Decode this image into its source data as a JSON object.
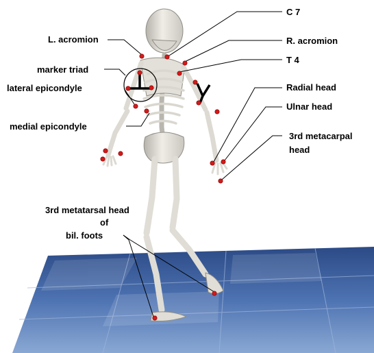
{
  "labels": {
    "c7": "C 7",
    "l_acromion": "L. acromion",
    "r_acromion": "R. acromion",
    "t4": "T 4",
    "marker_triad": "marker triad",
    "lateral_epicondyle": "lateral epicondyle",
    "medial_epicondyle": "medial epicondyle",
    "radial_head": "Radial head",
    "ulnar_head": "Ulnar head",
    "metacarpal_line1": "3rd metacarpal",
    "metacarpal_line2": "head",
    "metatarsal_line1": "3rd metatarsal head",
    "metatarsal_line2": "of",
    "metatarsal_line3": "bil. foots"
  },
  "colors": {
    "marker": "#d41a1a",
    "bone": "#e6e4dc",
    "bone_shade": "#a9a79f",
    "leader_line": "#000000",
    "floor_light": "#8aa8d4",
    "floor_dark": "#2b4a86"
  }
}
